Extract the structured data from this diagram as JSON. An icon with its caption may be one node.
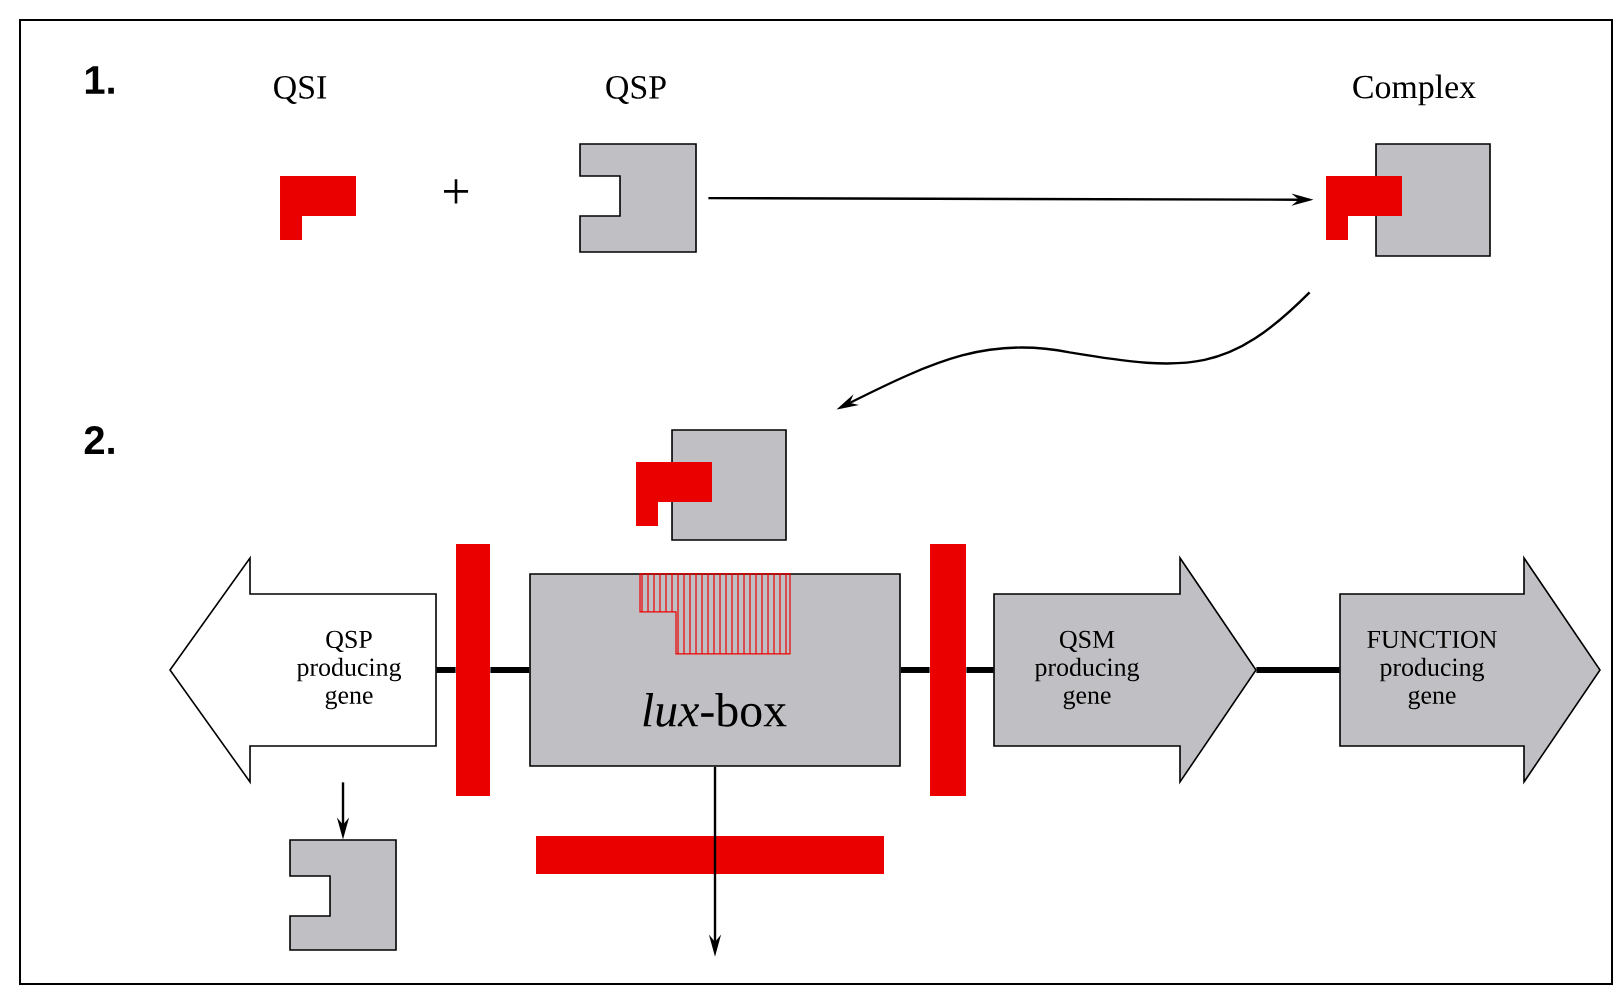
{
  "diagram": {
    "nodes": [
      {
        "text": [
          "QSI"
        ]
      },
      {
        "text": [
          "QSP"
        ]
      },
      {
        "text": [
          "Complex"
        ]
      },
      {
        "text": [],
        "shape": "box"
      },
      {
        "text": [
          "*lux*-box"
        ]
      },
      {
        "text": [
          "QSP producing gene"
        ]
      },
      {
        "text": [
          "QSM producing gene"
        ]
      },
      {
        "text": [
          "FUNCTION producing gene"
        ]
      },
      {
        "text": [],
        "shape": "box"
      },
      {
        "text": [],
        "shape": "bar"
      },
      {
        "text": [],
        "shape": "bar"
      },
      {
        "text": [],
        "shape": "bar"
      }
    ],
    "edges": [
      {
        "from": 1,
        "to": 2,
        "arrow": "to"
      },
      {
        "from": 2,
        "to": 3,
        "arrow": "to"
      },
      {
        "from": 5,
        "to": 9,
        "arrow": "none"
      },
      {
        "from": 9,
        "to": 4,
        "arrow": "none"
      },
      {
        "from": 4,
        "to": 10,
        "arrow": "none"
      },
      {
        "from": 10,
        "to": 6,
        "arrow": "none"
      },
      {
        "from": 6,
        "to": 7,
        "arrow": "none"
      },
      {
        "from": 5,
        "to": 8,
        "arrow": "to"
      },
      {
        "from": 4,
        "to": null,
        "arrow": "to"
      }
    ],
    "labels": [
      "1.",
      "2.",
      "+"
    ]
  }
}
